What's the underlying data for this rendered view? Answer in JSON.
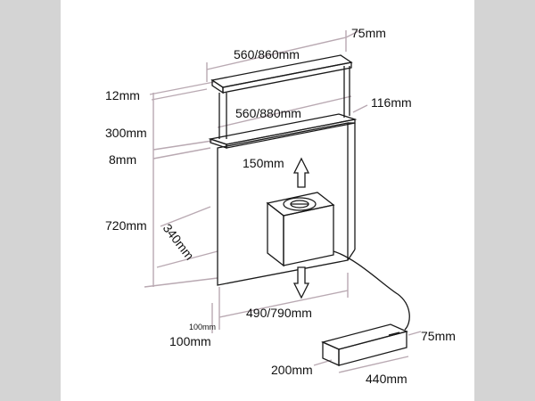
{
  "colors": {
    "background": "#d4d4d4",
    "sheet": "#ffffff",
    "line": "#1a1a1a",
    "dimension": "#b9a9b2"
  },
  "labels": {
    "top_width": "560/860mm",
    "top_depth": "75mm",
    "body_width": "560/880mm",
    "body_depth": "116mm",
    "lid_thickness": "12mm",
    "rise_height": "300mm",
    "trim_thickness": "8mm",
    "fan_diameter": "150mm",
    "motor_depth": "340mm",
    "total_height": "720mm",
    "bottom_offset_small": "100mm",
    "bottom_offset": "100mm",
    "bottom_width": "490/790mm",
    "box_height": "75mm",
    "box_depth": "200mm",
    "box_width": "440mm"
  }
}
